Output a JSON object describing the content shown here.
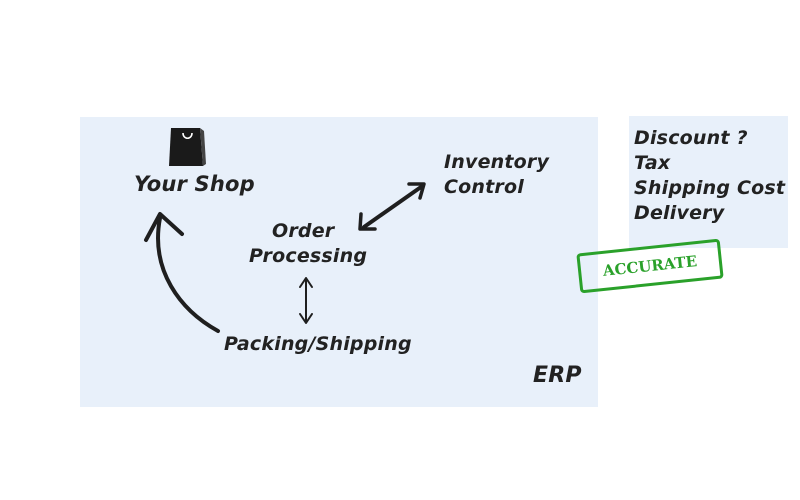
{
  "nodes": {
    "your_shop": "Your Shop",
    "order_processing": [
      "Order",
      "Processing"
    ],
    "inventory_control": [
      "Inventory",
      "Control"
    ],
    "packing_shipping": "Packing/Shipping",
    "erp": "ERP"
  },
  "side_note": {
    "items": [
      "Discount ?",
      "Tax",
      "Shipping Cost",
      "Delivery"
    ]
  },
  "stamp": {
    "text": "ACCURATE",
    "color": "#2aa12a"
  },
  "colors": {
    "panel": "#e8f0fa",
    "ink": "#222222"
  },
  "icons": {
    "shop": "shopping-bag-icon"
  }
}
